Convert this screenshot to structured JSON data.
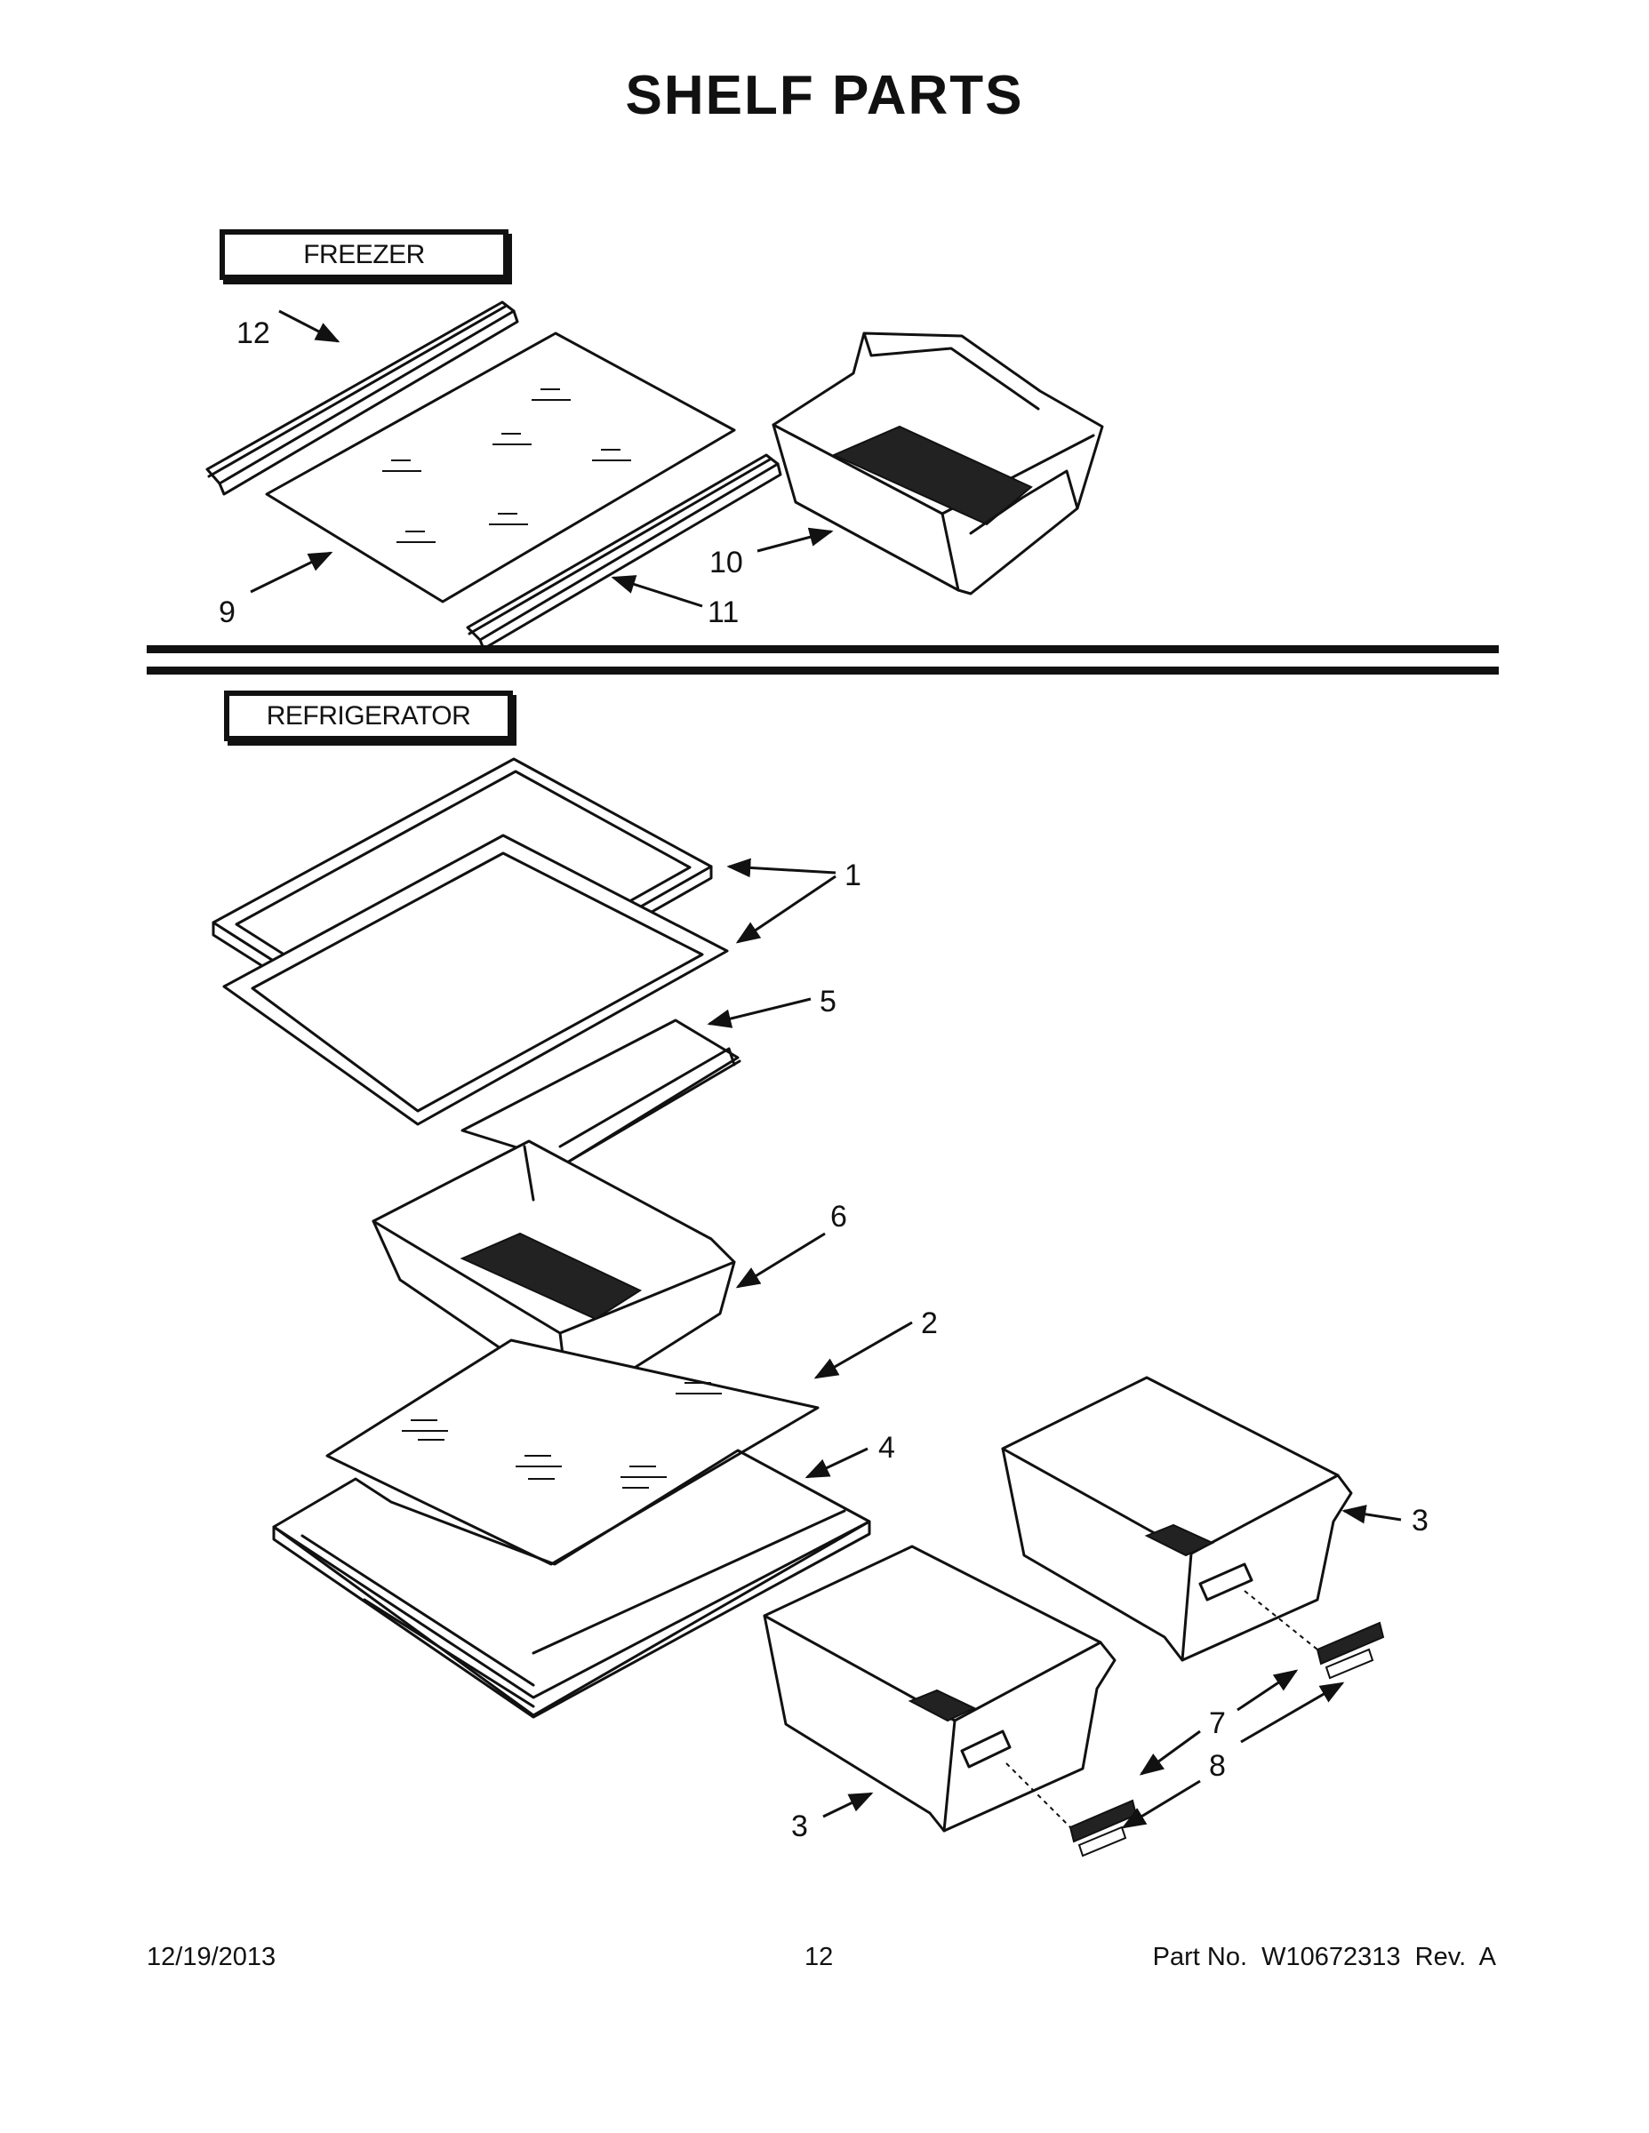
{
  "title": "SHELF PARTS",
  "sections": {
    "freezer": "FREEZER",
    "refrigerator": "REFRIGERATOR"
  },
  "callouts": {
    "c12": "12",
    "c9": "9",
    "c11": "11",
    "c10": "10",
    "c1": "1",
    "c5": "5",
    "c6": "6",
    "c2": "2",
    "c4": "4",
    "c3a": "3",
    "c3b": "3",
    "c7": "7",
    "c8": "8"
  },
  "footer": {
    "date": "12/19/2013",
    "page": "12",
    "part": "Part No.  W10672313  Rev.  A"
  }
}
